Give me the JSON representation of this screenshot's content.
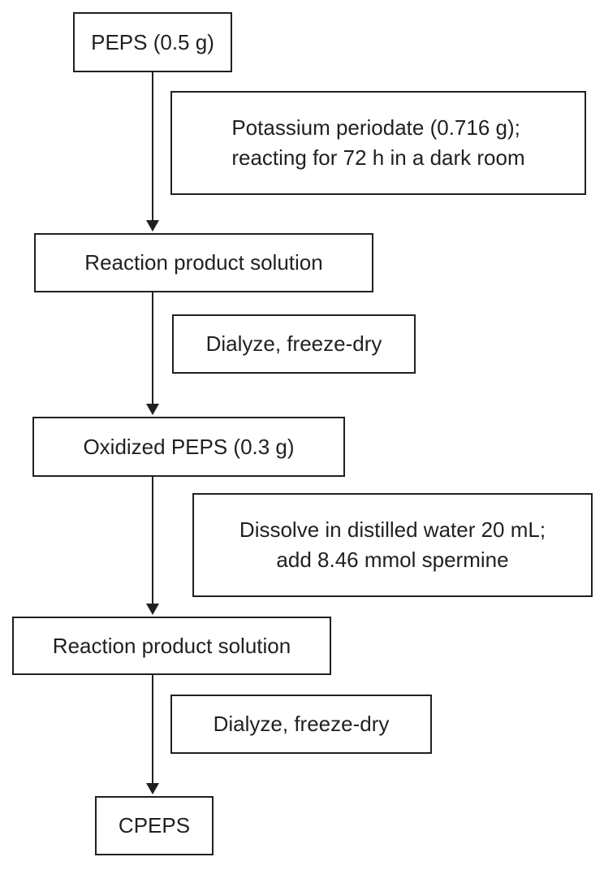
{
  "diagram": {
    "type": "flowchart",
    "colors": {
      "line": "#231f20",
      "text": "#231f20",
      "box_fill": "#ffffff",
      "background": "#ffffff"
    },
    "nodes": {
      "peps": {
        "label": "PEPS (0.5 g)"
      },
      "step1": {
        "line1": "Potassium periodate (0.716 g);",
        "line2": "reacting for 72 h in a dark room"
      },
      "rps1": {
        "label": "Reaction product solution"
      },
      "step2": {
        "label": "Dialyze, freeze-dry"
      },
      "oxidized": {
        "label": "Oxidized PEPS (0.3 g)"
      },
      "step3": {
        "line1": "Dissolve in distilled water 20 mL;",
        "line2": "add 8.46 mmol spermine"
      },
      "rps2": {
        "label": "Reaction product solution"
      },
      "step4": {
        "label": "Dialyze, freeze-dry"
      },
      "cpeps": {
        "label": "CPEPS"
      }
    },
    "edges": [
      {
        "from": "peps",
        "to": "rps1",
        "annotation": "step1"
      },
      {
        "from": "rps1",
        "to": "oxidized",
        "annotation": "step2"
      },
      {
        "from": "oxidized",
        "to": "rps2",
        "annotation": "step3"
      },
      {
        "from": "rps2",
        "to": "cpeps",
        "annotation": "step4"
      }
    ]
  }
}
